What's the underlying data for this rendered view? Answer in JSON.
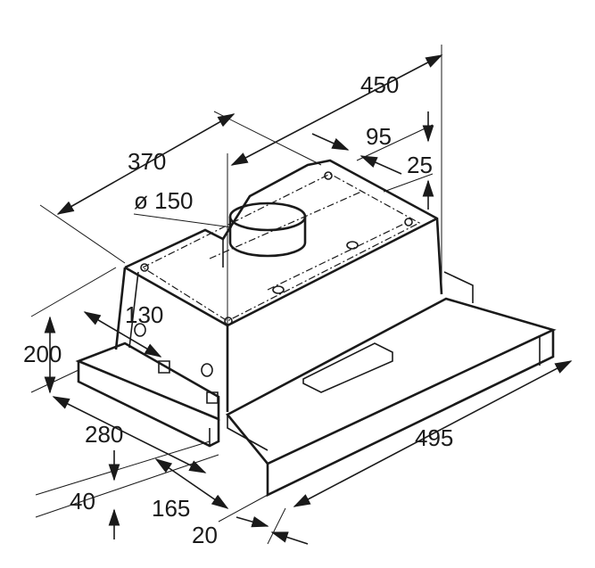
{
  "title": "Telescopic cooker hood dimension drawing",
  "dimensions": {
    "width_top": "450",
    "duct_offset": "95",
    "duct_depth": "25",
    "depth": "370",
    "duct_diameter": "ø 150",
    "rear_offset": "130",
    "height": "200",
    "base_depth": "280",
    "extended_width": "495",
    "base_height": "40",
    "drawer_depth": "165",
    "drawer_front": "20"
  }
}
